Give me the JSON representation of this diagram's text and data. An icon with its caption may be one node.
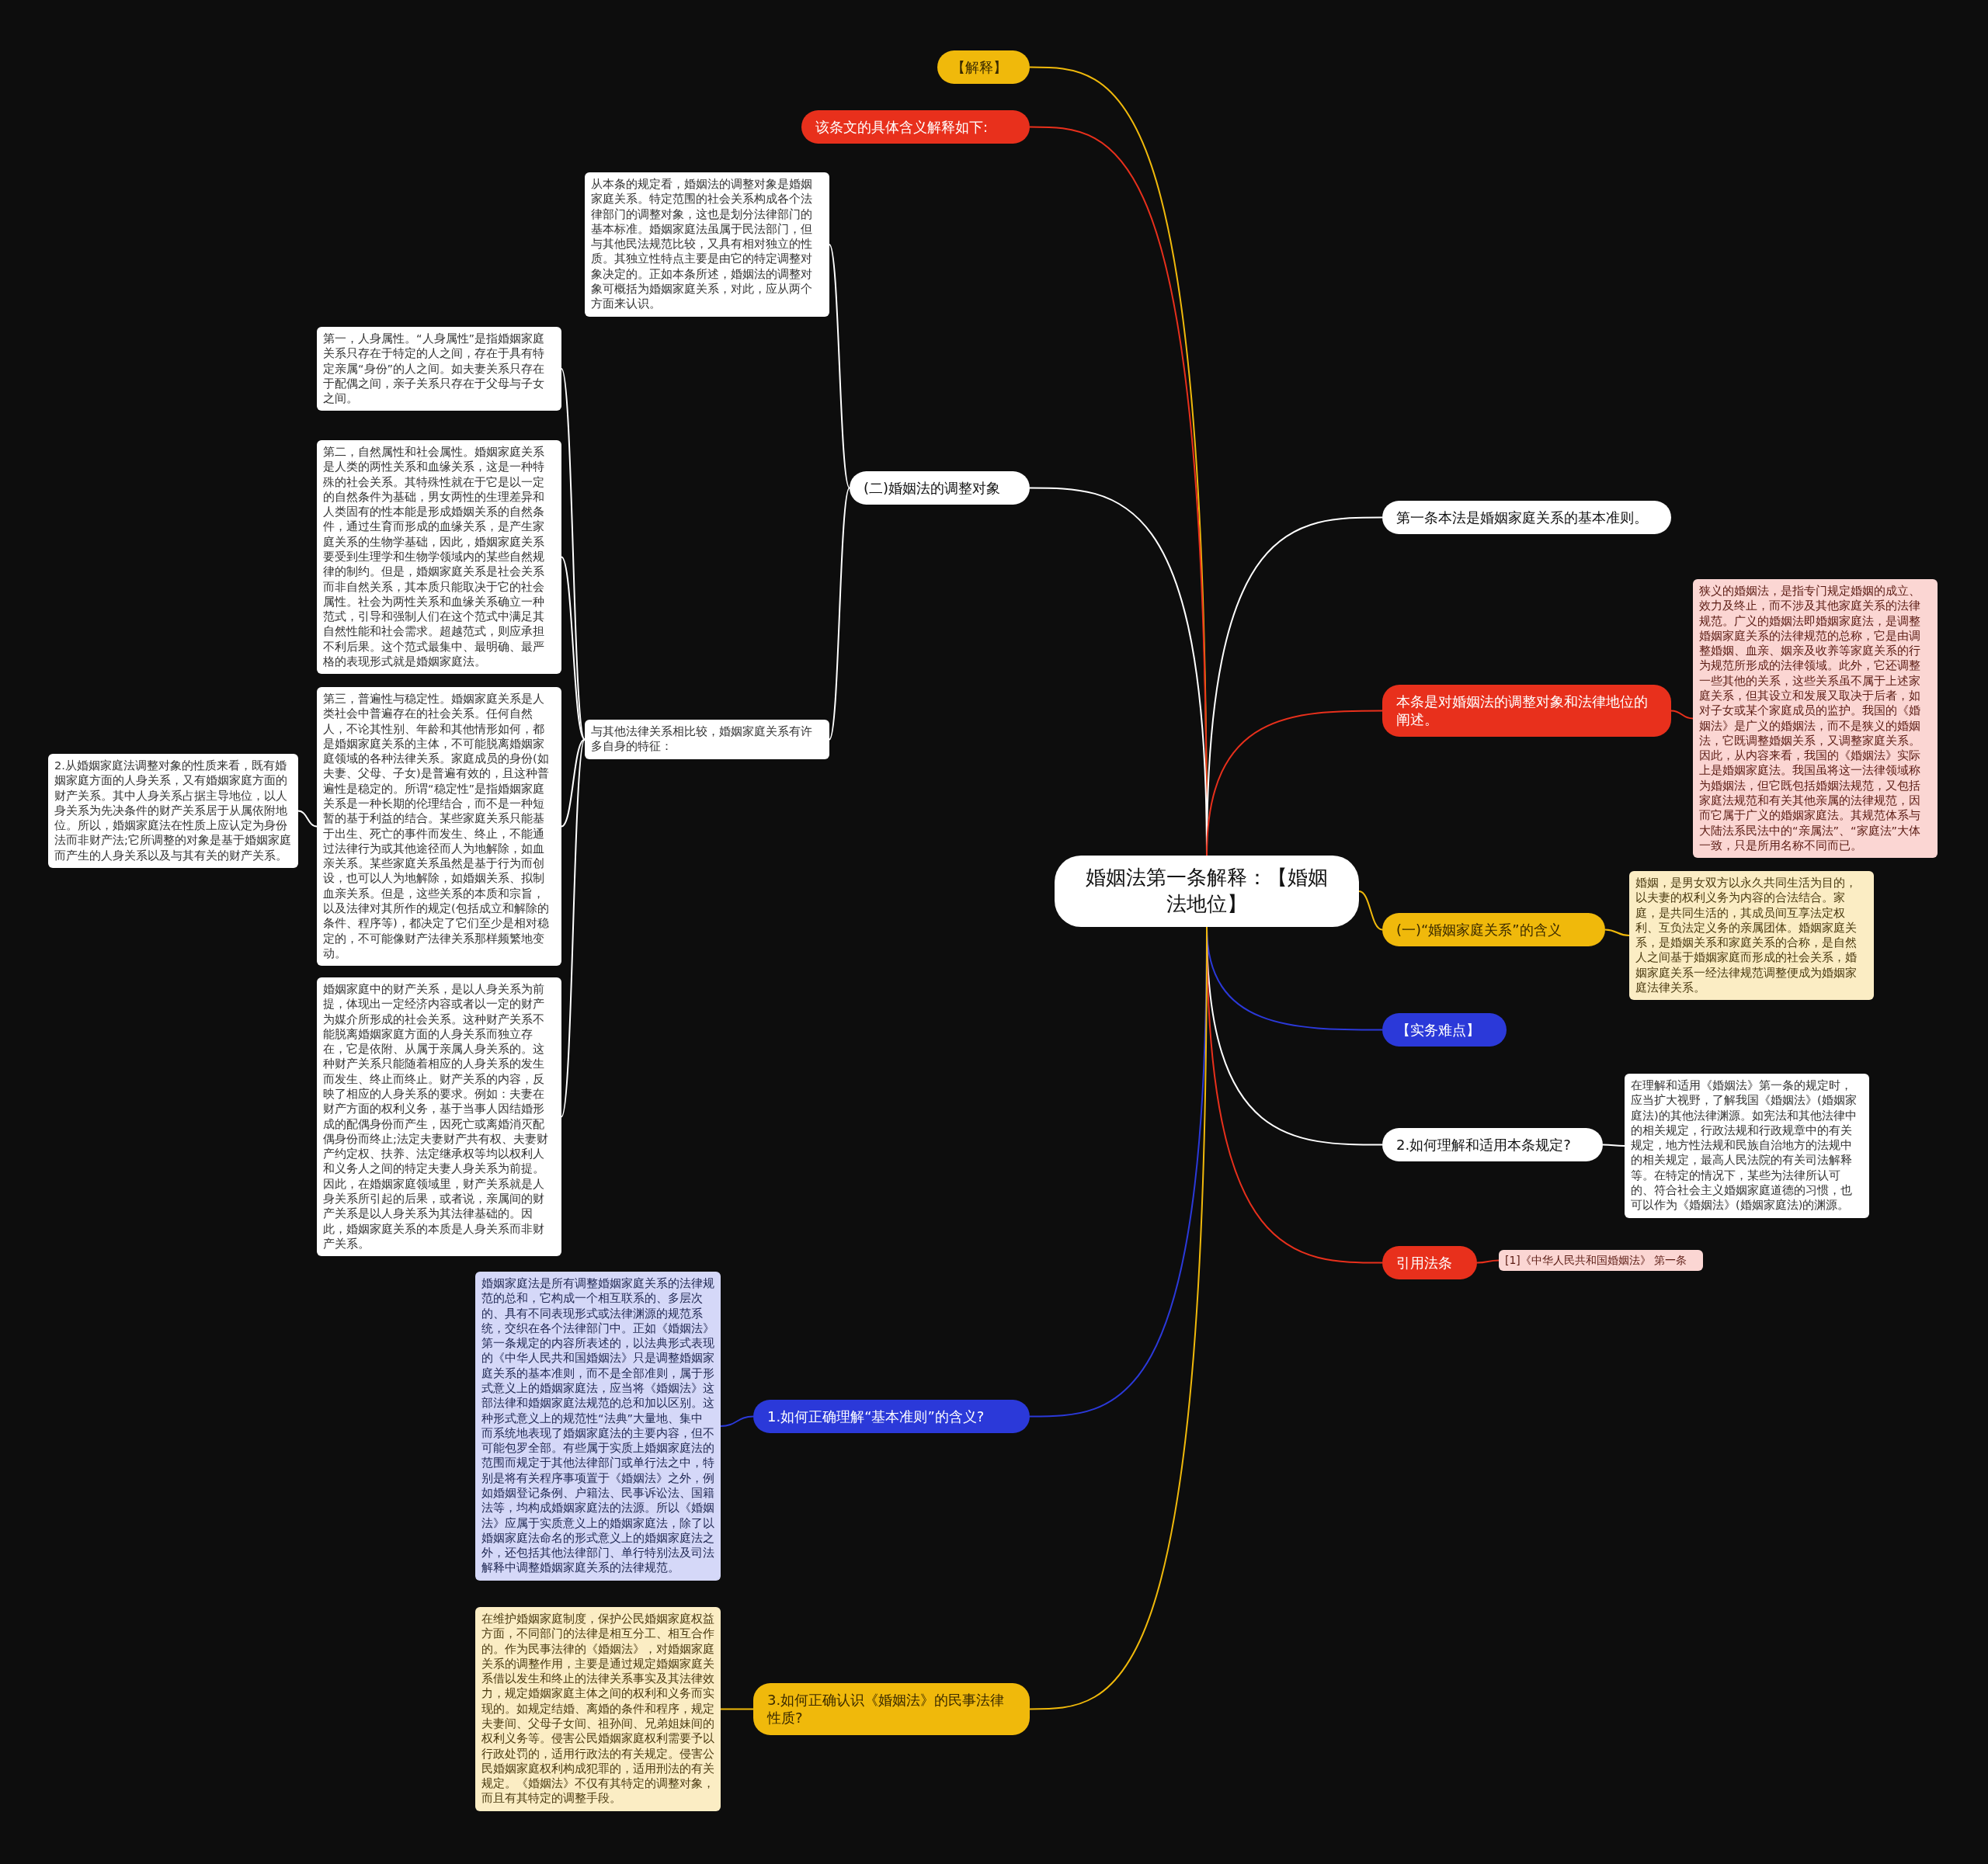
{
  "diagram": {
    "nodes": [
      {
        "text": [
          "婚姻法第一条解释：【婚姻法地位】"
        ]
      },
      {
        "text": [
          "【解释】"
        ]
      },
      {
        "text": [
          "该条文的具体含义解释如下:"
        ]
      },
      {
        "text": [
          "(二)婚姻法的调整对象"
        ]
      },
      {
        "text": [
          "从本条的规定看，婚姻法的调整对象是婚姻家庭关系。特定范围的社会关系构成各个法律部门的调整对象，这也是划分法律部门的基本标准。婚姻家庭法虽属于民法部门，但与其他民法规范比较，又具有相对独立的性质。其独立性特点主要是由它的特定调整对象决定的。正如本条所述，婚姻法的调整对象可概括为婚姻家庭关系，对此，应从两个方面来认识。"
        ]
      },
      {
        "text": [
          "与其他法律关系相比较，婚姻家庭关系有许多自身的特征："
        ]
      },
      {
        "text": [
          "第一，人身属性。“人身属性”是指婚姻家庭关系只存在于特定的人之间，存在于具有特定亲属“身份”的人之间。如夫妻关系只存在于配偶之间，亲子关系只存在于父母与子女之间。"
        ]
      },
      {
        "text": [
          "第二，自然属性和社会属性。婚姻家庭关系是人类的两性关系和血缘关系，这是一种特殊的社会关系。其特殊性就在于它是以一定的自然条件为基础，男女两性的生理差异和人类固有的性本能是形成婚姻关系的自然条件，通过生育而形成的血缘关系，是产生家庭关系的生物学基础，因此，婚姻家庭关系要受到生理学和生物学领域内的某些自然规律的制约。但是，婚姻家庭关系是社会关系而非自然关系，其本质只能取决于它的社会属性。社会为两性关系和血缘关系确立一种范式，引导和强制人们在这个范式中满足其自然性能和社会需求。超越范式，则应承担不利后果。这个范式最集中、最明确、最严格的表现形式就是婚姻家庭法。"
        ]
      },
      {
        "text": [
          "第三，普遍性与稳定性。婚姻家庭关系是人类社会中普遍存在的社会关系。任何自然人，不论其性别、年龄和其他情形如何，都是婚姻家庭关系的主体，不可能脱离婚姻家庭领域的各种法律关系。家庭成员的身份(如夫妻、父母、子女)是普遍有效的，且这种普遍性是稳定的。所谓“稳定性”是指婚姻家庭关系是一种长期的伦理结合，而不是一种短暂的基于利益的结合。某些家庭关系只能基于出生、死亡的事件而发生、终止，不能通过法律行为或其他途径而人为地解除，如血亲关系。某些家庭关系虽然是基于行为而创设，也可以人为地解除，如婚姻关系、拟制血亲关系。但是，这些关系的本质和宗旨，以及法律对其所作的规定(包括成立和解除的条件、程序等)，都决定了它们至少是相对稳定的，不可能像财产法律关系那样频繁地变动。"
        ]
      },
      {
        "text": [
          "婚姻家庭中的财产关系，是以人身关系为前提，体现出一定经济内容或者以一定的财产为媒介所形成的社会关系。这种财产关系不能脱离婚姻家庭方面的人身关系而独立存在，它是依附、从属于亲属人身关系的。这种财产关系只能随着相应的人身关系的发生而发生、终止而终止。财产关系的内容，反映了相应的人身关系的要求。例如：夫妻在财产方面的权利义务，基于当事人因结婚形成的配偶身份而产生，因死亡或离婚消灭配偶身份而终止;法定夫妻财产共有权、夫妻财产约定权、扶养、法定继承权等均以权利人和义务人之间的特定夫妻人身关系为前提。因此，在婚姻家庭领域里，财产关系就是人身关系所引起的后果，或者说，亲属间的财产关系是以人身关系为其法律基础的。因此，婚姻家庭关系的本质是人身关系而非财产关系。"
        ]
      },
      {
        "text": [
          "2.从婚姻家庭法调整对象的性质来看，既有婚姻家庭方面的人身关系，又有婚姻家庭方面的财产关系。其中人身关系占据主导地位，以人身关系为先决条件的财产关系居于从属依附地位。所以，婚姻家庭法在性质上应认定为身份法而非财产法;它所调整的对象是基于婚姻家庭而产生的人身关系以及与其有关的财产关系。"
        ]
      },
      {
        "text": [
          "第一条本法是婚姻家庭关系的基本准则。"
        ]
      },
      {
        "text": [
          "本条是对婚姻法的调整对象和法律地位的阐述。"
        ]
      },
      {
        "text": [
          "狭义的婚姻法，是指专门规定婚姻的成立、效力及终止，而不涉及其他家庭关系的法律规范。广义的婚姻法即婚姻家庭法，是调整婚姻家庭关系的法律规范的总称，它是由调整婚姻、血亲、姻亲及收养等家庭关系的行为规范所形成的法律领域。此外，它还调整一些其他的关系，这些关系虽不属于上述家庭关系，但其设立和发展又取决于后者，如对子女或某个家庭成员的监护。我国的《婚姻法》是广义的婚姻法，而不是狭义的婚姻法，它既调整婚姻关系，又调整家庭关系。因此，从内容来看，我国的《婚姻法》实际上是婚姻家庭法。我国虽将这一法律领域称为婚姻法，但它既包括婚姻法规范，又包括家庭法规范和有关其他亲属的法律规范，因而它属于广义的婚姻家庭法。其规范体系与大陆法系民法中的“亲属法”、“家庭法”大体一致，只是所用名称不同而已。"
        ]
      },
      {
        "text": [
          "(一)“婚姻家庭关系”的含义"
        ]
      },
      {
        "text": [
          "婚姻，是男女双方以永久共同生活为目的，以夫妻的权利义务为内容的合法结合。家庭，是共同生活的，其成员间互享法定权利、互负法定义务的亲属团体。婚姻家庭关系，是婚姻关系和家庭关系的合称，是自然人之间基于婚姻家庭而形成的社会关系，婚姻家庭关系一经法律规范调整便成为婚姻家庭法律关系。"
        ]
      },
      {
        "text": [
          "【实务难点】"
        ]
      },
      {
        "text": [
          "2.如何理解和适用本条规定?"
        ]
      },
      {
        "text": [
          "在理解和适用《婚姻法》第一条的规定时，应当扩大视野，了解我国《婚姻法》(婚姻家庭法)的其他法律渊源。如宪法和其他法律中的相关规定，行政法规和行政规章中的有关规定，地方性法规和民族自治地方的法规中的相关规定，最高人民法院的有关司法解释等。在特定的情况下，某些为法律所认可的、符合社会主义婚姻家庭道德的习惯，也可以作为《婚姻法》(婚姻家庭法)的渊源。"
        ]
      },
      {
        "text": [
          "引用法条"
        ]
      },
      {
        "text": [
          "[1]《中华人民共和国婚姻法》 第一条"
        ]
      },
      {
        "text": [
          "1.如何正确理解“基本准则”的含义?"
        ]
      },
      {
        "text": [
          "婚姻家庭法是所有调整婚姻家庭关系的法律规范的总和，它构成一个相互联系的、多层次的、具有不同表现形式或法律渊源的规范系统，交织在各个法律部门中。正如《婚姻法》第一条规定的内容所表述的，以法典形式表现的《中华人民共和国婚姻法》只是调整婚姻家庭关系的基本准则，而不是全部准则，属于形式意义上的婚姻家庭法，应当将《婚姻法》这部法律和婚姻家庭法规范的总和加以区别。这种形式意义上的规范性“法典”大量地、集中而系统地表现了婚姻家庭法的主要内容，但不可能包罗全部。有些属于实质上婚姻家庭法的范围而规定于其他法律部门或单行法之中，特别是将有关程序事项置于《婚姻法》之外，例如婚姻登记条例、户籍法、民事诉讼法、国籍法等，均构成婚姻家庭法的法源。所以《婚姻法》应属于实质意义上的婚姻家庭法，除了以婚姻家庭法命名的形式意义上的婚姻家庭法之外，还包括其他法律部门、单行特别法及司法解释中调整婚姻家庭关系的法律规范。"
        ]
      },
      {
        "text": [
          "3.如何正确认识《婚姻法》的民事法律性质?"
        ]
      },
      {
        "text": [
          "在维护婚姻家庭制度，保护公民婚姻家庭权益方面，不同部门的法律是相互分工、相互合作的。作为民事法律的《婚姻法》，对婚姻家庭关系的调整作用，主要是通过规定婚姻家庭关系借以发生和终止的法律关系事实及其法律效力，规定婚姻家庭主体之间的权利和义务而实现的。如规定结婚、离婚的条件和程序，规定夫妻间、父母子女间、祖孙间、兄弟姐妹间的权利义务等。侵害公民婚姻家庭权利需要予以行政处罚的，适用行政法的有关规定。侵害公民婚姻家庭权利构成犯罪的，适用刑法的有关规定。《婚姻法》不仅有其特定的调整对象，而且有其特定的调整手段。"
        ]
      }
    ],
    "edges": [
      {
        "from": 0,
        "to": 1,
        "arrow": "none",
        "color": "#f0b90b"
      },
      {
        "from": 0,
        "to": 2,
        "arrow": "none",
        "color": "#e8301c"
      },
      {
        "from": 0,
        "to": 3,
        "arrow": "none"
      },
      {
        "from": 3,
        "to": 4,
        "arrow": "none"
      },
      {
        "from": 3,
        "to": 5,
        "arrow": "none"
      },
      {
        "from": 5,
        "to": 6,
        "arrow": "none"
      },
      {
        "from": 5,
        "to": 7,
        "arrow": "none"
      },
      {
        "from": 5,
        "to": 8,
        "arrow": "none"
      },
      {
        "from": 5,
        "to": 9,
        "arrow": "none"
      },
      {
        "from": 8,
        "to": 10,
        "arrow": "none"
      },
      {
        "from": 0,
        "to": 11,
        "arrow": "none"
      },
      {
        "from": 0,
        "to": 12,
        "arrow": "none",
        "color": "#e8301c"
      },
      {
        "from": 12,
        "to": 13,
        "arrow": "none",
        "color": "#e8301c"
      },
      {
        "from": 0,
        "to": 14,
        "arrow": "none",
        "color": "#f0b90b"
      },
      {
        "from": 14,
        "to": 15,
        "arrow": "none",
        "color": "#f0b90b"
      },
      {
        "from": 0,
        "to": 16,
        "arrow": "none",
        "color": "#2b39d9"
      },
      {
        "from": 0,
        "to": 17,
        "arrow": "none"
      },
      {
        "from": 17,
        "to": 18,
        "arrow": "none"
      },
      {
        "from": 0,
        "to": 19,
        "arrow": "none",
        "color": "#e8301c"
      },
      {
        "from": 19,
        "to": 20,
        "arrow": "none",
        "color": "#e8301c"
      },
      {
        "from": 0,
        "to": 21,
        "arrow": "none",
        "color": "#2b39d9"
      },
      {
        "from": 21,
        "to": 22,
        "arrow": "none",
        "color": "#2b39d9"
      },
      {
        "from": 0,
        "to": 23,
        "arrow": "none",
        "color": "#f0b90b"
      },
      {
        "from": 23,
        "to": 24,
        "arrow": "none",
        "color": "#f0b90b"
      }
    ]
  }
}
